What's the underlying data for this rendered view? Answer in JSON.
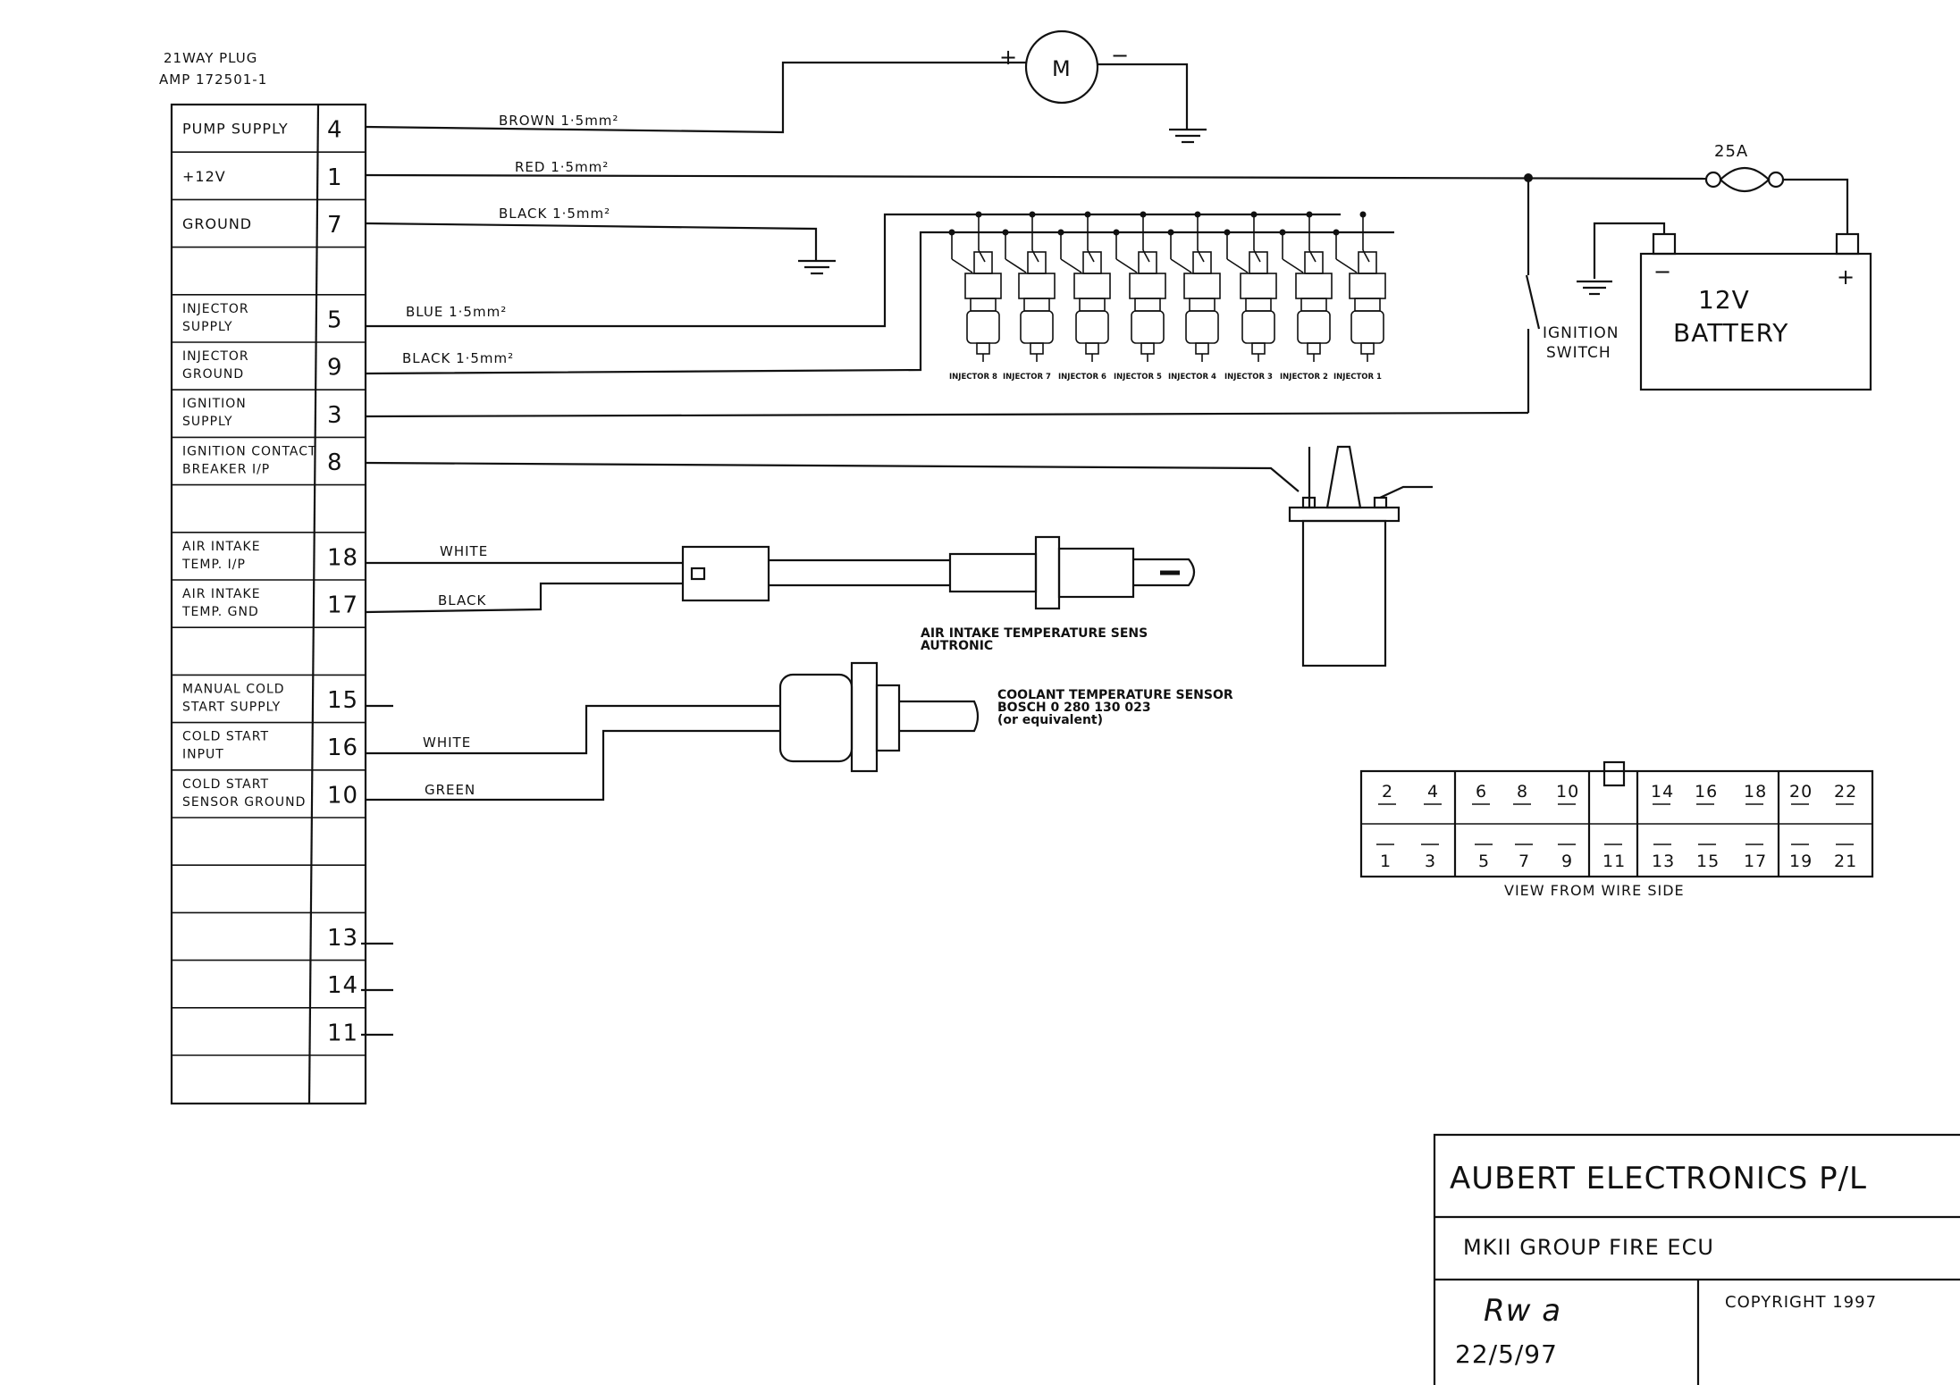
{
  "plug": {
    "title_line1": "21WAY PLUG",
    "title_line2": "AMP 172501-1",
    "rows": [
      {
        "label": [
          "PUMP SUPPLY"
        ],
        "pin": "4"
      },
      {
        "label": [
          "+12V"
        ],
        "pin": "1"
      },
      {
        "label": [
          "GROUND"
        ],
        "pin": "7"
      },
      {
        "label": [],
        "pin": ""
      },
      {
        "label": [
          "INJECTOR",
          "SUPPLY"
        ],
        "pin": "5"
      },
      {
        "label": [
          "INJECTOR",
          "GROUND"
        ],
        "pin": "9"
      },
      {
        "label": [
          "IGNITION",
          "SUPPLY"
        ],
        "pin": "3"
      },
      {
        "label": [
          "IGNITION CONTACT",
          "BREAKER I/P"
        ],
        "pin": "8"
      },
      {
        "label": [],
        "pin": ""
      },
      {
        "label": [
          "AIR INTAKE",
          "TEMP. I/P"
        ],
        "pin": "18"
      },
      {
        "label": [
          "AIR INTAKE",
          "TEMP. GND"
        ],
        "pin": "17"
      },
      {
        "label": [],
        "pin": ""
      },
      {
        "label": [
          "MANUAL COLD",
          "START SUPPLY"
        ],
        "pin": "15"
      },
      {
        "label": [
          "COLD START",
          "INPUT"
        ],
        "pin": "16"
      },
      {
        "label": [
          "COLD START",
          "SENSOR GROUND"
        ],
        "pin": "10"
      },
      {
        "label": [],
        "pin": ""
      },
      {
        "label": [],
        "pin": ""
      },
      {
        "label": [],
        "pin": "13"
      },
      {
        "label": [],
        "pin": "14"
      },
      {
        "label": [],
        "pin": "11"
      },
      {
        "label": [],
        "pin": ""
      }
    ]
  },
  "wires": {
    "brown": "BROWN 1·5mm²",
    "red": "RED 1·5mm²",
    "black_ground": "BLACK 1·5mm²",
    "blue": "BLUE 1·5mm²",
    "black_injector": "BLACK 1·5mm²",
    "white_air": "WHITE",
    "black_air": "BLACK",
    "white_cold": "WHITE",
    "green_cold": "GREEN"
  },
  "components": {
    "pump_symbol": "M",
    "plus": "+",
    "minus": "−",
    "fuse": "25A",
    "battery_line1": "12V",
    "battery_line2": "BATTERY",
    "ignition_switch_line1": "IGNITION",
    "ignition_switch_line2": "SWITCH",
    "injectors": [
      "INJECTOR 8",
      "INJECTOR 7",
      "INJECTOR 6",
      "INJECTOR 5",
      "INJECTOR 4",
      "INJECTOR 3",
      "INJECTOR 2",
      "INJECTOR 1"
    ],
    "air_sensor_line1": "AIR INTAKE TEMPERATURE SENS",
    "air_sensor_line2": "AUTRONIC",
    "coolant_line1": "COOLANT TEMPERATURE SENSOR",
    "coolant_line2": "BOSCH 0 280 130 023",
    "coolant_line3": "(or equivalent)"
  },
  "connector_view": {
    "top": [
      [
        "2",
        "4"
      ],
      [
        "6",
        "8",
        "10"
      ],
      [
        "14",
        "16",
        "18"
      ],
      [
        "20",
        "22"
      ]
    ],
    "bottom": [
      [
        "1",
        "3"
      ],
      [
        "5",
        "7",
        "9"
      ],
      [
        "11"
      ],
      [
        "13",
        "15",
        "17"
      ],
      [
        "19",
        "21"
      ]
    ],
    "caption": "VIEW FROM WIRE SIDE"
  },
  "title_block": {
    "company": "AUBERT ELECTRONICS P/L",
    "product": "MKII GROUP FIRE ECU",
    "signature": "Rw a",
    "date": "22/5/97",
    "copyright": "COPYRIGHT 1997"
  }
}
